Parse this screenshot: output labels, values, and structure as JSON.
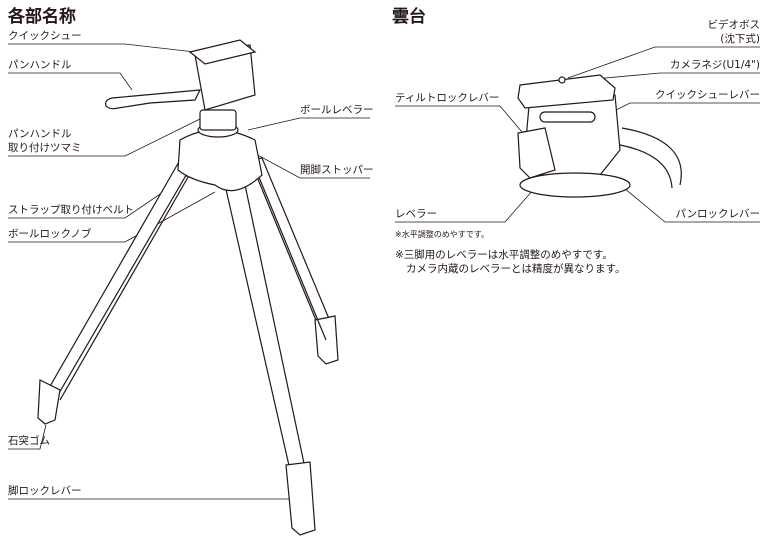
{
  "left": {
    "title": "各部名称",
    "labels": {
      "quick_shoe": "クイックシュー",
      "pan_handle": "パンハンドル",
      "pan_handle_knob_1": "パンハンドル",
      "pan_handle_knob_2": "取り付けツマミ",
      "ball_leveler": "ボールレベラー",
      "leg_stopper": "開脚ストッパー",
      "strap_belt": "ストラップ取り付けベルト",
      "ball_lock_knob": "ボールロックノブ",
      "rubber_foot": "石突ゴム",
      "leg_lock_lever": "脚ロックレバー"
    }
  },
  "right": {
    "title": "雲台",
    "labels": {
      "video_boss_1": "ビデオボス",
      "video_boss_2": "(沈下式)",
      "camera_screw": "カメラネジ(U1/4\")",
      "quick_shoe_lever": "クイックシューレバー",
      "tilt_lock_lever": "ティルトロックレバー",
      "leveler": "レベラー",
      "leveler_note": "※水平調整のめやすです。",
      "pan_lock_lever": "パンロックレバー"
    },
    "notes": [
      "※三脚用のレベラーは水平調整のめやすです。",
      "カメラ内蔵のレベラーとは精度が異なります。"
    ]
  }
}
